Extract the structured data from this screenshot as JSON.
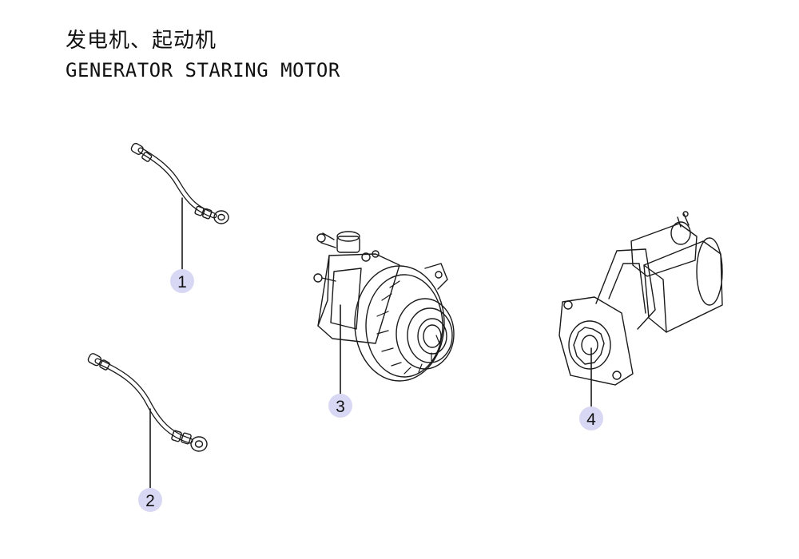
{
  "title": {
    "chinese": "发电机、起动机",
    "english": "GENERATOR STARING MOTOR"
  },
  "callouts": [
    "1",
    "2",
    "3",
    "4"
  ],
  "colors": {
    "callout_fill": "#d8d8f4",
    "line": "#1a1a1a"
  }
}
